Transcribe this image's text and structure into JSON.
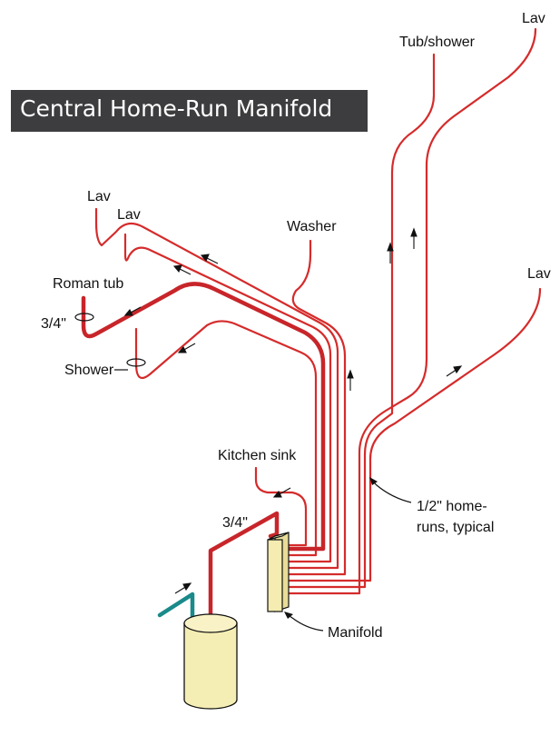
{
  "title": "Central Home-Run Manifold",
  "labels": {
    "lav_top_right": "Lav",
    "tub_shower": "Tub/shower",
    "lav_upper_left": "Lav",
    "lav_upper_left_2": "Lav",
    "washer": "Washer",
    "lav_right": "Lav",
    "roman_tub": "Roman tub",
    "three_quarter_left": "3/4\"",
    "shower": "Shower",
    "kitchen_sink": "Kitchen sink",
    "three_quarter_supply": "3/4\"",
    "half_inch_line1": "1/2\" home-",
    "half_inch_line2": "runs, typical",
    "manifold": "Manifold"
  },
  "colors": {
    "hot_pipe": "#d52b2b",
    "cold_supply": "#1a8a8a",
    "heater_fill": "#f5eeb4",
    "manifold_fill": "#f4ecb0",
    "banner": "#3d3d3f"
  }
}
